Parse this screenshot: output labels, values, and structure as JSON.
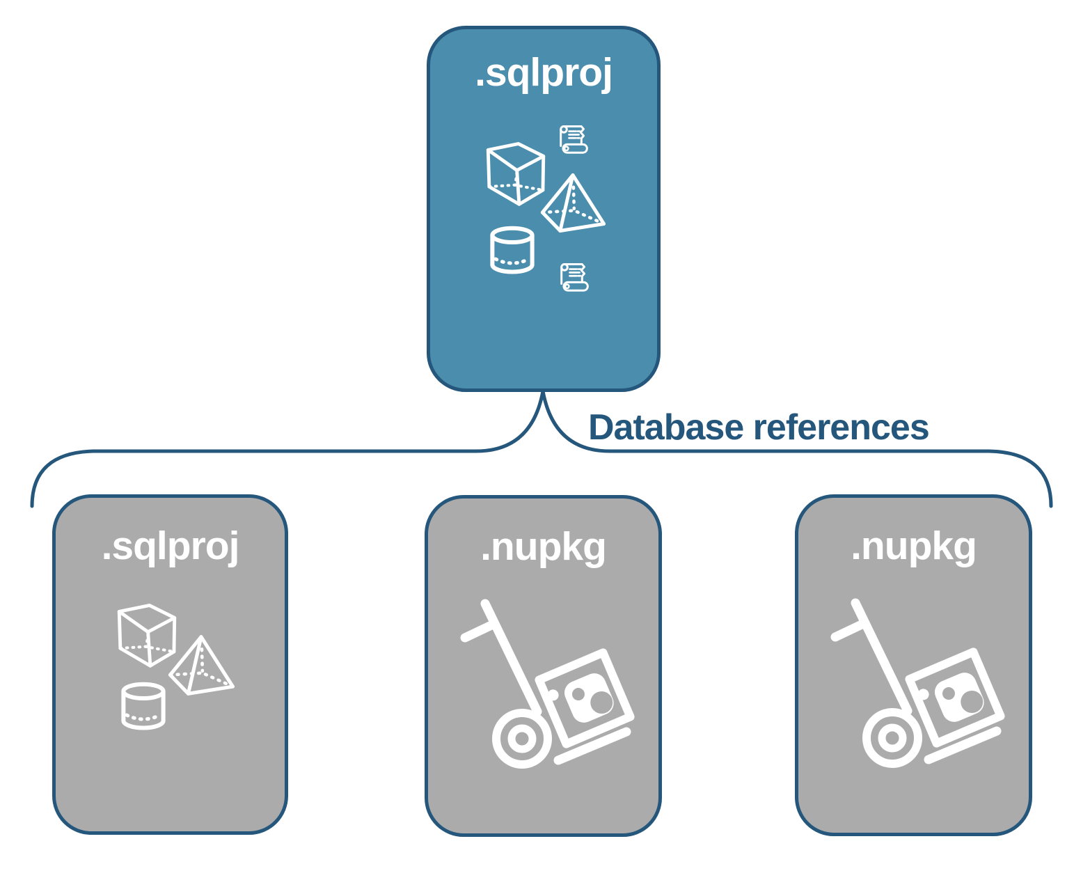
{
  "root_card": {
    "label": ".sqlproj",
    "icons": [
      "scroll-icon",
      "cube-icon",
      "pyramid-icon",
      "cylinder-icon",
      "scroll-icon"
    ]
  },
  "connector": {
    "label": "Database references"
  },
  "child_cards": [
    {
      "label": ".sqlproj",
      "icons": [
        "cube-icon",
        "pyramid-icon",
        "cylinder-icon"
      ]
    },
    {
      "label": ".nupkg",
      "icons": [
        "hand-truck-package-icon"
      ]
    },
    {
      "label": ".nupkg",
      "icons": [
        "hand-truck-package-icon"
      ]
    }
  ],
  "colors": {
    "accent_fill": "#4a8dac",
    "muted_fill": "#ababab",
    "stroke": "#25567b",
    "label_text": "#25567b",
    "icon": "#ffffff"
  }
}
